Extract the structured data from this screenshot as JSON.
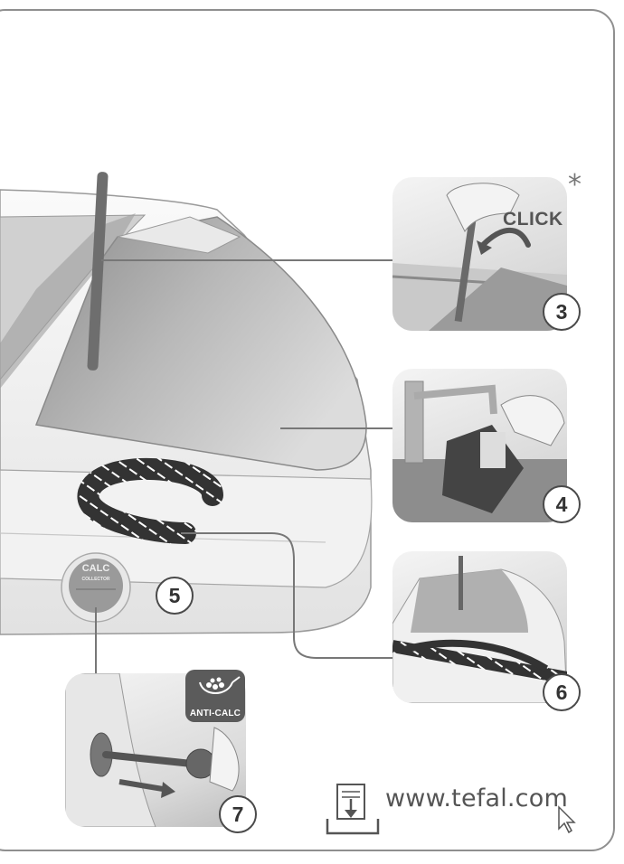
{
  "steps": {
    "step3": {
      "number": "3",
      "click_label": "CLICK",
      "marker": "*"
    },
    "step4": {
      "number": "4"
    },
    "step5": {
      "number": "5",
      "calc_collector": {
        "line1": "CALC",
        "line2": "COLLECTOR"
      }
    },
    "step6": {
      "number": "6"
    },
    "step7": {
      "number": "7",
      "anti_calc_label": "ANTI-CALC"
    }
  },
  "footer": {
    "url": "www.tefal.com"
  },
  "icons": [
    "download-document-icon",
    "cursor-arrow-icon",
    "anti-calc-icon"
  ],
  "colors": {
    "outline": "#8f8f8f",
    "illustration_gray": "#bdbdbd",
    "text": "#555555"
  }
}
